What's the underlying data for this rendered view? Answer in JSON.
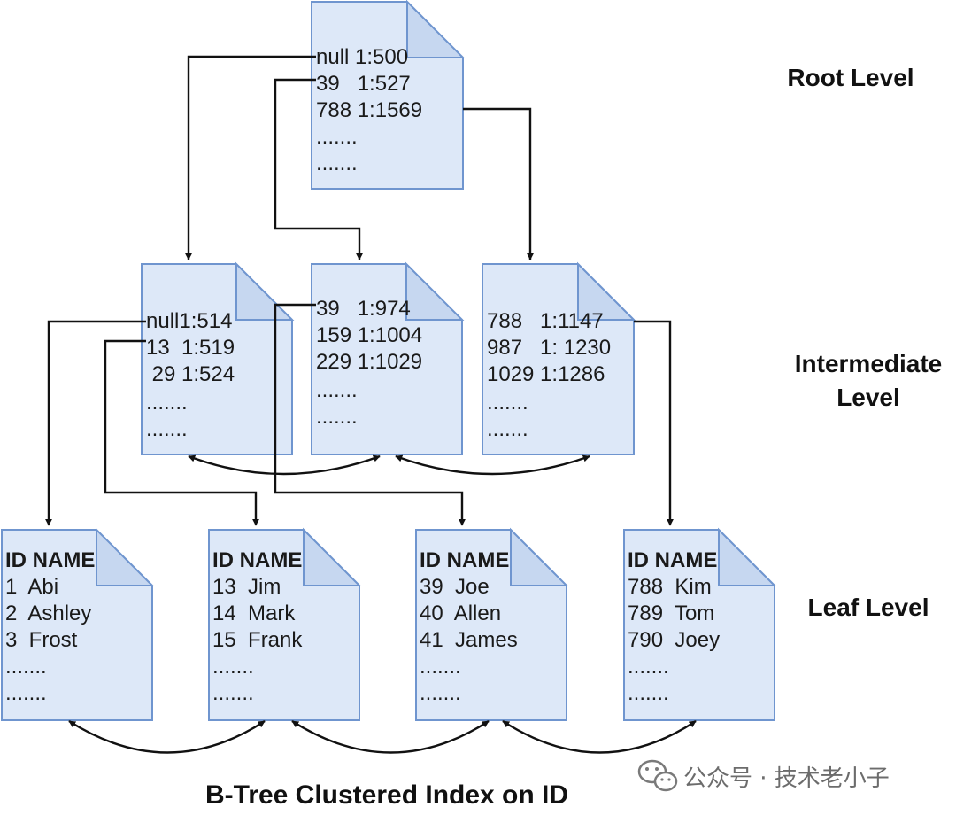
{
  "levels": {
    "root": "Root Level",
    "intermediate_line1": "Intermediate",
    "intermediate_line2": "Level",
    "leaf": "Leaf Level"
  },
  "caption": "B-Tree Clustered Index on ID",
  "watermark": "公众号 · 技术老小子",
  "root_page": {
    "lines": [
      "null 1:500",
      "39   1:527",
      "788 1:1569",
      ".......",
      "......."
    ]
  },
  "intermediate_pages": [
    {
      "lines": [
        "null1:514",
        "13  1:519",
        " 29 1:524",
        ".......",
        "......."
      ]
    },
    {
      "lines": [
        "39   1:974",
        "159 1:1004",
        "229 1:1029",
        ".......",
        "......."
      ]
    },
    {
      "lines": [
        "788   1:1147",
        "987   1: 1230",
        "1029 1:1286",
        ".......",
        "......."
      ]
    }
  ],
  "leaf_pages": [
    {
      "header": "ID NAME",
      "rows": [
        "1  Abi",
        "2  Ashley",
        "3  Frost",
        ".......",
        "......."
      ]
    },
    {
      "header": "ID NAME",
      "rows": [
        "13  Jim",
        "14  Mark",
        "15  Frank",
        ".......",
        "......."
      ]
    },
    {
      "header": "ID NAME",
      "rows": [
        "39  Joe",
        "40  Allen",
        "41  James",
        ".......",
        "......."
      ]
    },
    {
      "header": "ID NAME",
      "rows": [
        "788  Kim",
        "789  Tom",
        "790  Joey",
        ".......",
        "......."
      ]
    }
  ]
}
